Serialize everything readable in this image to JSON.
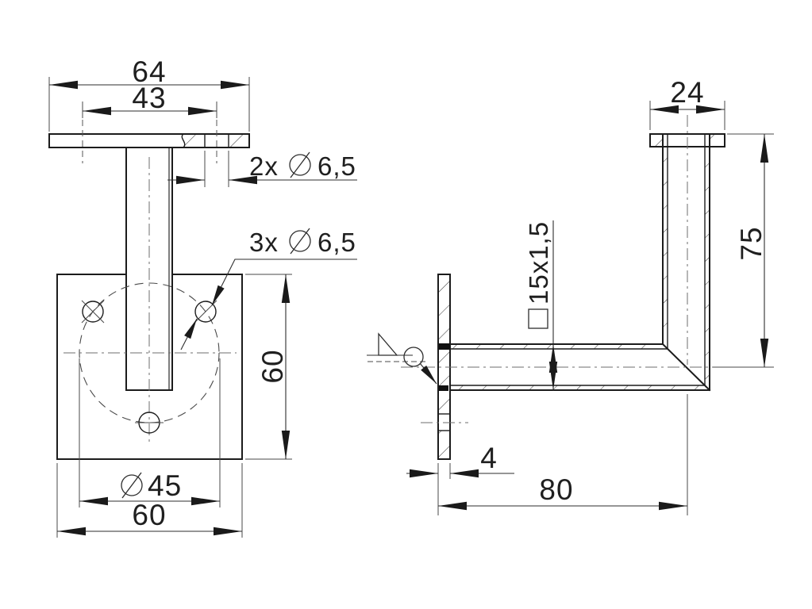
{
  "colors": {
    "background": "#ffffff",
    "object_line": "#1c1c1c",
    "dimension_line": "#2e2e2e",
    "centerline": "#6e6e6e"
  },
  "front_view": {
    "dims": {
      "top_plate_width": "64",
      "top_hole_spacing": "43",
      "top_plate_holes": {
        "prefix": "2x",
        "diameter": "6,5"
      },
      "base_plate_holes": {
        "prefix": "3x",
        "diameter": "6,5"
      },
      "base_plate_height": "60",
      "bolt_circle_diameter": "45",
      "base_plate_width": "60"
    }
  },
  "side_view": {
    "dims": {
      "saddle_plate_width": "24",
      "bracket_height": "75",
      "tube_section": "15x1,5",
      "wall_plate_thickness": "4",
      "bracket_depth": "80"
    }
  }
}
